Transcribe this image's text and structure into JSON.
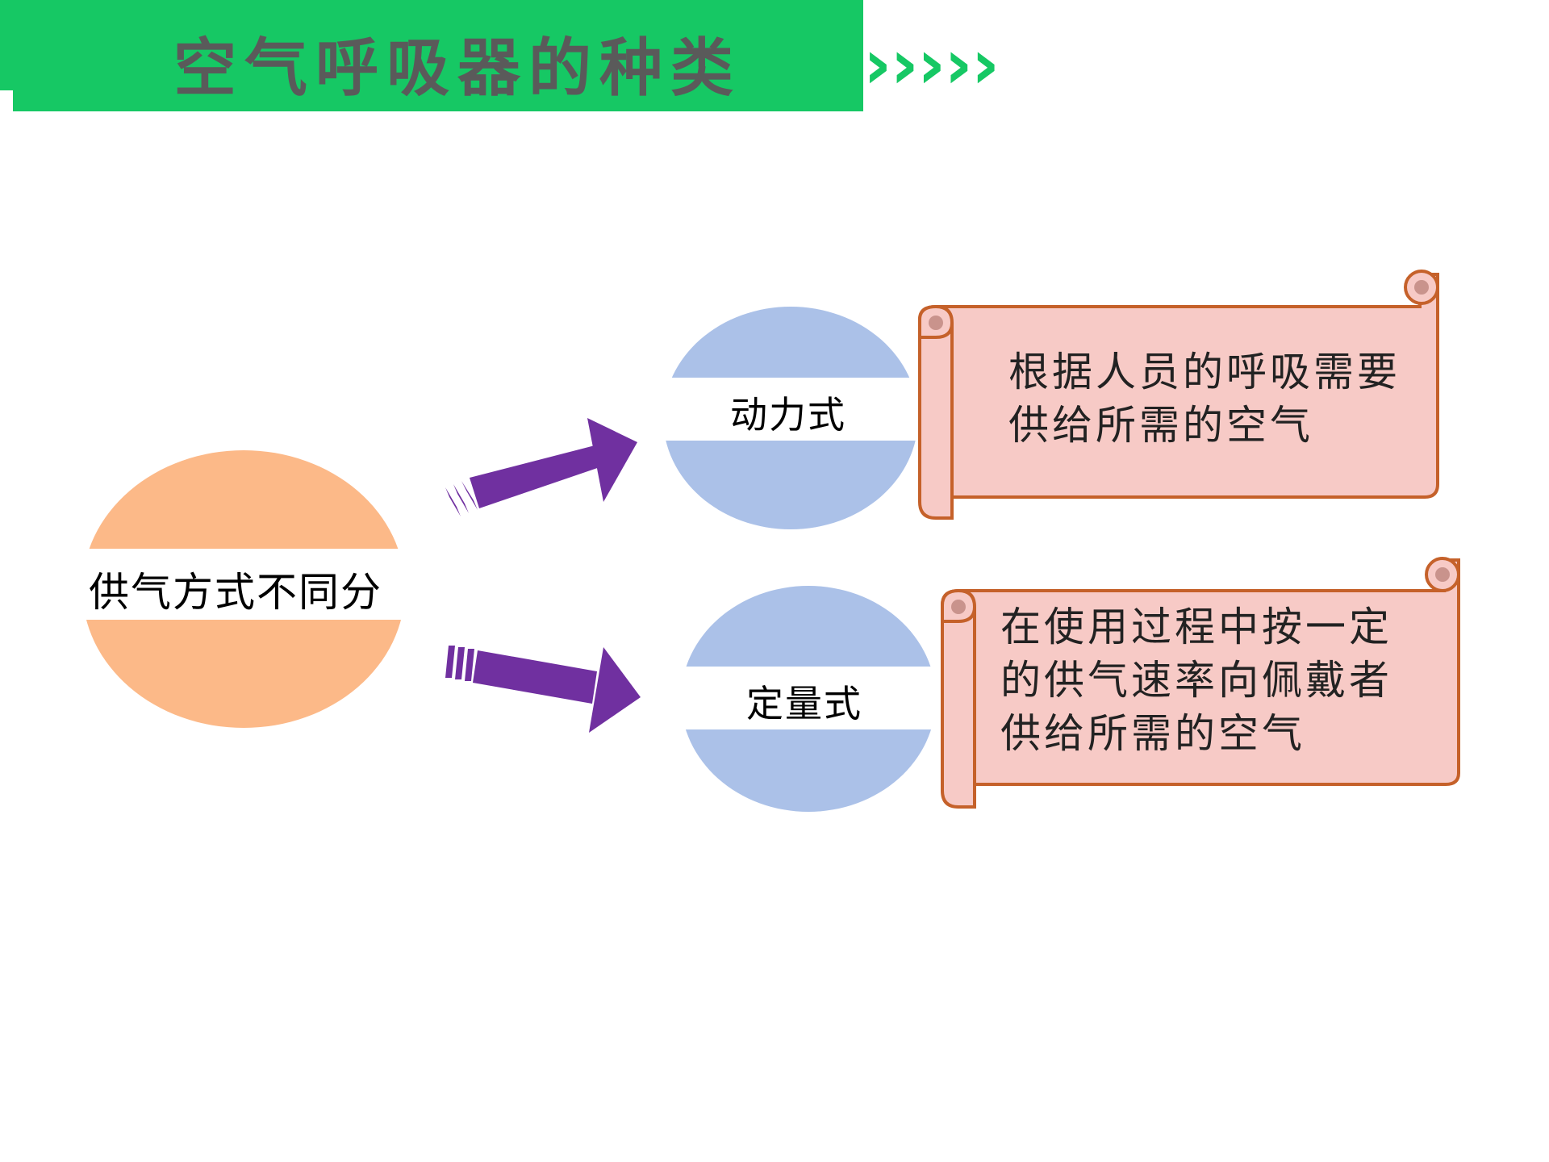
{
  "title": "空气呼吸器的种类",
  "chevrons": "›››››",
  "center": {
    "label": "供气方式不同分"
  },
  "branches": [
    {
      "label": "动力式",
      "description": "根据人员的呼吸需要\n供给所需的空气"
    },
    {
      "label": "定量式",
      "description": "在使用过程中按一定\n的供气速率向佩戴者\n供给所需的空气"
    }
  ],
  "colors": {
    "title_bar": "#16c864",
    "center_circle": "#fcb988",
    "branch_circle": "#abc1e8",
    "arrow": "#7030a0",
    "scroll_fill": "#f7cac6",
    "scroll_stroke": "#c5612a"
  }
}
